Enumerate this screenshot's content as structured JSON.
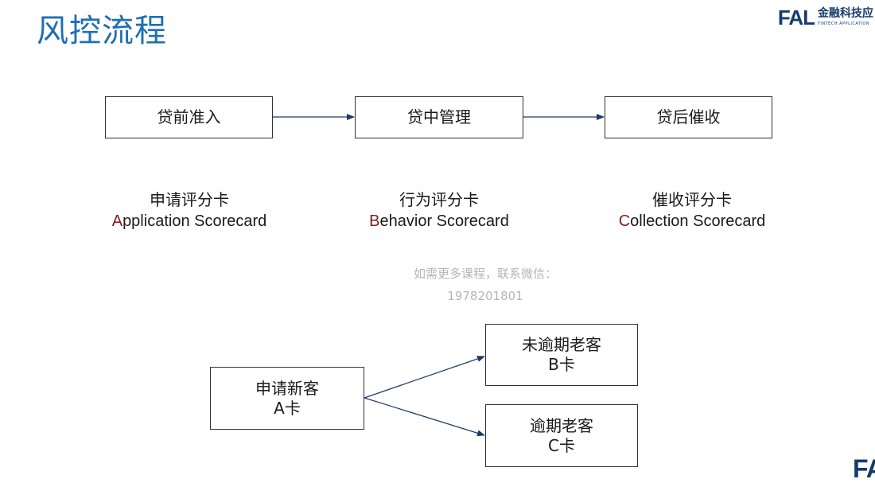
{
  "title": "风控流程",
  "logo": {
    "mark": "FAL",
    "cn": "金融科技应",
    "en": "FINTECH APPLICATION",
    "corner_mark": "FA"
  },
  "flow": {
    "stages": [
      "贷前准入",
      "贷中管理",
      "贷后催收"
    ]
  },
  "scorecards": [
    {
      "cn": "申请评分卡",
      "first": "A",
      "rest": "pplication Scorecard"
    },
    {
      "cn": "行为评分卡",
      "first": "B",
      "rest": "ehavior Scorecard"
    },
    {
      "cn": "催收评分卡",
      "first": "C",
      "rest": "ollection Scorecard"
    }
  ],
  "watermark": {
    "line1": "如需更多课程，联系微信：",
    "line2": "1978201801"
  },
  "tree": {
    "root": {
      "line1": "申请新客",
      "line2": "A卡"
    },
    "upper": {
      "line1": "未逾期老客",
      "line2": "B卡"
    },
    "lower": {
      "line1": "逾期老客",
      "line2": "C卡"
    }
  }
}
